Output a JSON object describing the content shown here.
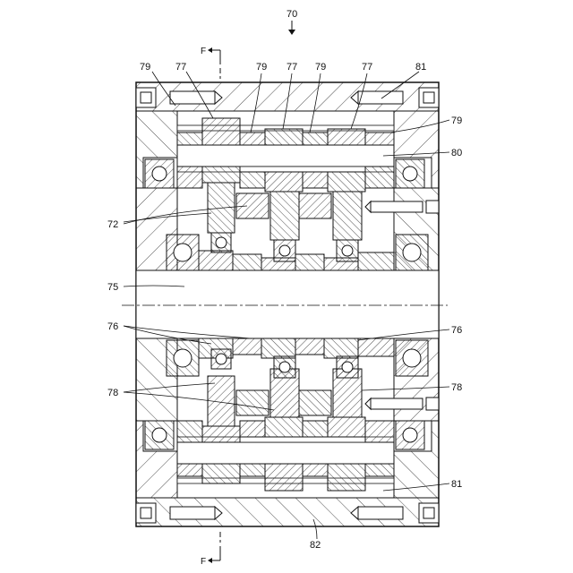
{
  "figure": {
    "main_ref": "70",
    "section_top": "F",
    "section_bottom": "F"
  },
  "labels": {
    "top": [
      "79",
      "77",
      "79",
      "77",
      "79",
      "77",
      "81"
    ],
    "r79": "79",
    "r80": "80",
    "l72": "72",
    "l75": "75",
    "l76": "76",
    "r76": "76",
    "l78": "78",
    "r78": "78",
    "r81": "81",
    "b82": "82"
  }
}
